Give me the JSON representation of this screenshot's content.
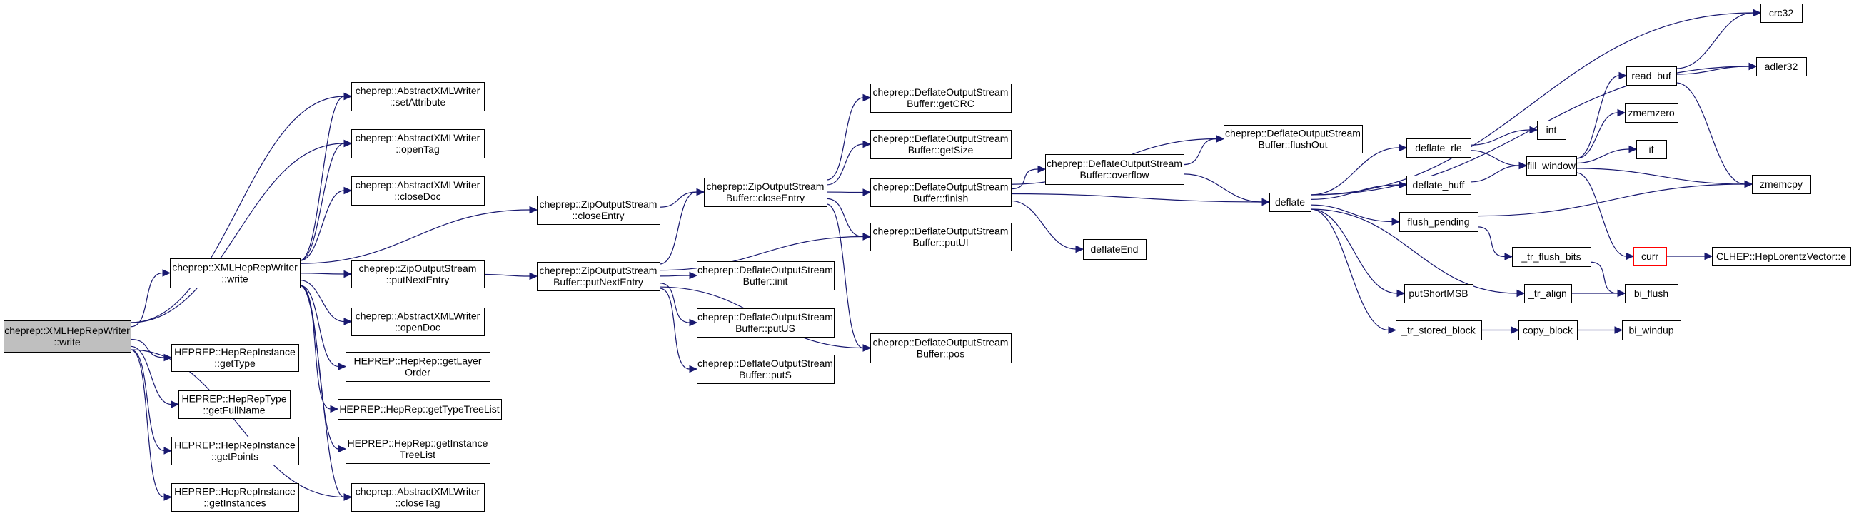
{
  "graph": {
    "colors": {
      "edge": "#191970",
      "root_fill": "#bfbfbf",
      "truncated_border": "#ff0000",
      "node_border": "#000000",
      "node_fill": "#ffffff"
    },
    "nodes": [
      {
        "id": "root",
        "lines": [
          "cheprep::XMLHepRepWriter",
          "::write"
        ],
        "kind": "root"
      },
      {
        "id": "w",
        "lines": [
          "cheprep::XMLHepRepWriter",
          "::write"
        ]
      },
      {
        "id": "getType",
        "lines": [
          "HEPREP::HepRepInstance",
          "::getType"
        ]
      },
      {
        "id": "getFullName",
        "lines": [
          "HEPREP::HepRepType",
          "::getFullName"
        ]
      },
      {
        "id": "getPoints",
        "lines": [
          "HEPREP::HepRepInstance",
          "::getPoints"
        ]
      },
      {
        "id": "getInstances",
        "lines": [
          "HEPREP::HepRepInstance",
          "::getInstances"
        ]
      },
      {
        "id": "setAttribute",
        "lines": [
          "cheprep::AbstractXMLWriter",
          "::setAttribute"
        ]
      },
      {
        "id": "openTag",
        "lines": [
          "cheprep::AbstractXMLWriter",
          "::openTag"
        ]
      },
      {
        "id": "closeDoc",
        "lines": [
          "cheprep::AbstractXMLWriter",
          "::closeDoc"
        ]
      },
      {
        "id": "putNextEntryZ",
        "lines": [
          "cheprep::ZipOutputStream",
          "::putNextEntry"
        ]
      },
      {
        "id": "openDoc",
        "lines": [
          "cheprep::AbstractXMLWriter",
          "::openDoc"
        ]
      },
      {
        "id": "getLayerOrder",
        "lines": [
          "HEPREP::HepRep::getLayer",
          "Order"
        ]
      },
      {
        "id": "getTypeTreeList",
        "lines": [
          "HEPREP::HepRep::getTypeTreeList"
        ]
      },
      {
        "id": "getInstanceTreeList",
        "lines": [
          "HEPREP::HepRep::getInstance",
          "TreeList"
        ]
      },
      {
        "id": "closeTag",
        "lines": [
          "cheprep::AbstractXMLWriter",
          "::closeTag"
        ]
      },
      {
        "id": "closeEntryZ",
        "lines": [
          "cheprep::ZipOutputStream",
          "::closeEntry"
        ]
      },
      {
        "id": "putNextEntryB",
        "lines": [
          "cheprep::ZipOutputStream",
          "Buffer::putNextEntry"
        ]
      },
      {
        "id": "closeEntryB",
        "lines": [
          "cheprep::ZipOutputStream",
          "Buffer::closeEntry"
        ]
      },
      {
        "id": "init",
        "lines": [
          "cheprep::DeflateOutputStream",
          "Buffer::init"
        ]
      },
      {
        "id": "putUS",
        "lines": [
          "cheprep::DeflateOutputStream",
          "Buffer::putUS"
        ]
      },
      {
        "id": "putS",
        "lines": [
          "cheprep::DeflateOutputStream",
          "Buffer::putS"
        ]
      },
      {
        "id": "getCRC",
        "lines": [
          "cheprep::DeflateOutputStream",
          "Buffer::getCRC"
        ]
      },
      {
        "id": "getSize",
        "lines": [
          "cheprep::DeflateOutputStream",
          "Buffer::getSize"
        ]
      },
      {
        "id": "finish",
        "lines": [
          "cheprep::DeflateOutputStream",
          "Buffer::finish"
        ]
      },
      {
        "id": "putUI",
        "lines": [
          "cheprep::DeflateOutputStream",
          "Buffer::putUI"
        ]
      },
      {
        "id": "pos",
        "lines": [
          "cheprep::DeflateOutputStream",
          "Buffer::pos"
        ]
      },
      {
        "id": "flushOut",
        "lines": [
          "cheprep::DeflateOutputStream",
          "Buffer::flushOut"
        ]
      },
      {
        "id": "overflow",
        "lines": [
          "cheprep::DeflateOutputStream",
          "Buffer::overflow"
        ]
      },
      {
        "id": "deflateEnd",
        "lines": [
          "deflateEnd"
        ]
      },
      {
        "id": "deflate",
        "lines": [
          "deflate"
        ]
      },
      {
        "id": "deflate_rle",
        "lines": [
          "deflate_rle"
        ]
      },
      {
        "id": "deflate_huff",
        "lines": [
          "deflate_huff"
        ]
      },
      {
        "id": "flush_pending",
        "lines": [
          "flush_pending"
        ]
      },
      {
        "id": "putShortMSB",
        "lines": [
          "putShortMSB"
        ]
      },
      {
        "id": "tr_stored_block",
        "lines": [
          "_tr_stored_block"
        ]
      },
      {
        "id": "int",
        "lines": [
          "int"
        ]
      },
      {
        "id": "fill_window",
        "lines": [
          "fill_window"
        ]
      },
      {
        "id": "tr_flush_bits",
        "lines": [
          "_tr_flush_bits"
        ]
      },
      {
        "id": "tr_align",
        "lines": [
          "_tr_align"
        ]
      },
      {
        "id": "copy_block",
        "lines": [
          "copy_block"
        ]
      },
      {
        "id": "read_buf",
        "lines": [
          "read_buf"
        ]
      },
      {
        "id": "zmemzero",
        "lines": [
          "zmemzero"
        ]
      },
      {
        "id": "if",
        "lines": [
          "if"
        ]
      },
      {
        "id": "curr",
        "lines": [
          "curr"
        ],
        "kind": "truncated"
      },
      {
        "id": "bi_flush",
        "lines": [
          "bi_flush"
        ]
      },
      {
        "id": "bi_windup",
        "lines": [
          "bi_windup"
        ]
      },
      {
        "id": "crc32",
        "lines": [
          "crc32"
        ]
      },
      {
        "id": "adler32",
        "lines": [
          "adler32"
        ]
      },
      {
        "id": "zmemcpy",
        "lines": [
          "zmemcpy"
        ]
      },
      {
        "id": "lorentz",
        "lines": [
          "CLHEP::HepLorentzVector::e"
        ]
      }
    ],
    "edges": [
      [
        "root",
        "w"
      ],
      [
        "root",
        "getType"
      ],
      [
        "root",
        "getFullName"
      ],
      [
        "root",
        "getPoints"
      ],
      [
        "root",
        "getInstances"
      ],
      [
        "root",
        "setAttribute"
      ],
      [
        "root",
        "openTag"
      ],
      [
        "root",
        "closeTag"
      ],
      [
        "w",
        "setAttribute"
      ],
      [
        "w",
        "openTag"
      ],
      [
        "w",
        "closeDoc"
      ],
      [
        "w",
        "putNextEntryZ"
      ],
      [
        "w",
        "openDoc"
      ],
      [
        "w",
        "getLayerOrder"
      ],
      [
        "w",
        "getTypeTreeList"
      ],
      [
        "w",
        "getInstanceTreeList"
      ],
      [
        "w",
        "closeTag"
      ],
      [
        "w",
        "closeEntryZ"
      ],
      [
        "closeEntryZ",
        "closeEntryB"
      ],
      [
        "putNextEntryZ",
        "putNextEntryB"
      ],
      [
        "putNextEntryB",
        "init"
      ],
      [
        "putNextEntryB",
        "putUS"
      ],
      [
        "putNextEntryB",
        "putS"
      ],
      [
        "putNextEntryB",
        "putUI"
      ],
      [
        "putNextEntryB",
        "pos"
      ],
      [
        "putNextEntryB",
        "closeEntryB"
      ],
      [
        "closeEntryB",
        "getCRC"
      ],
      [
        "closeEntryB",
        "getSize"
      ],
      [
        "closeEntryB",
        "finish"
      ],
      [
        "closeEntryB",
        "putUI"
      ],
      [
        "closeEntryB",
        "pos"
      ],
      [
        "finish",
        "flushOut"
      ],
      [
        "finish",
        "overflow"
      ],
      [
        "finish",
        "deflate"
      ],
      [
        "finish",
        "deflateEnd"
      ],
      [
        "overflow",
        "flushOut"
      ],
      [
        "overflow",
        "deflate"
      ],
      [
        "deflate",
        "deflate_rle"
      ],
      [
        "deflate",
        "deflate_huff"
      ],
      [
        "deflate",
        "flush_pending"
      ],
      [
        "deflate",
        "putShortMSB"
      ],
      [
        "deflate",
        "tr_stored_block"
      ],
      [
        "deflate",
        "tr_align"
      ],
      [
        "deflate",
        "crc32"
      ],
      [
        "deflate",
        "adler32"
      ],
      [
        "deflate_rle",
        "int"
      ],
      [
        "deflate_rle",
        "fill_window"
      ],
      [
        "deflate_huff",
        "fill_window"
      ],
      [
        "flush_pending",
        "tr_flush_bits"
      ],
      [
        "flush_pending",
        "zmemcpy"
      ],
      [
        "tr_stored_block",
        "copy_block"
      ],
      [
        "copy_block",
        "bi_windup"
      ],
      [
        "tr_align",
        "bi_flush"
      ],
      [
        "tr_flush_bits",
        "bi_flush"
      ],
      [
        "fill_window",
        "read_buf"
      ],
      [
        "fill_window",
        "zmemzero"
      ],
      [
        "fill_window",
        "if"
      ],
      [
        "fill_window",
        "zmemcpy"
      ],
      [
        "fill_window",
        "curr"
      ],
      [
        "read_buf",
        "crc32"
      ],
      [
        "read_buf",
        "adler32"
      ],
      [
        "read_buf",
        "zmemcpy"
      ],
      [
        "curr",
        "lorentz"
      ]
    ]
  }
}
